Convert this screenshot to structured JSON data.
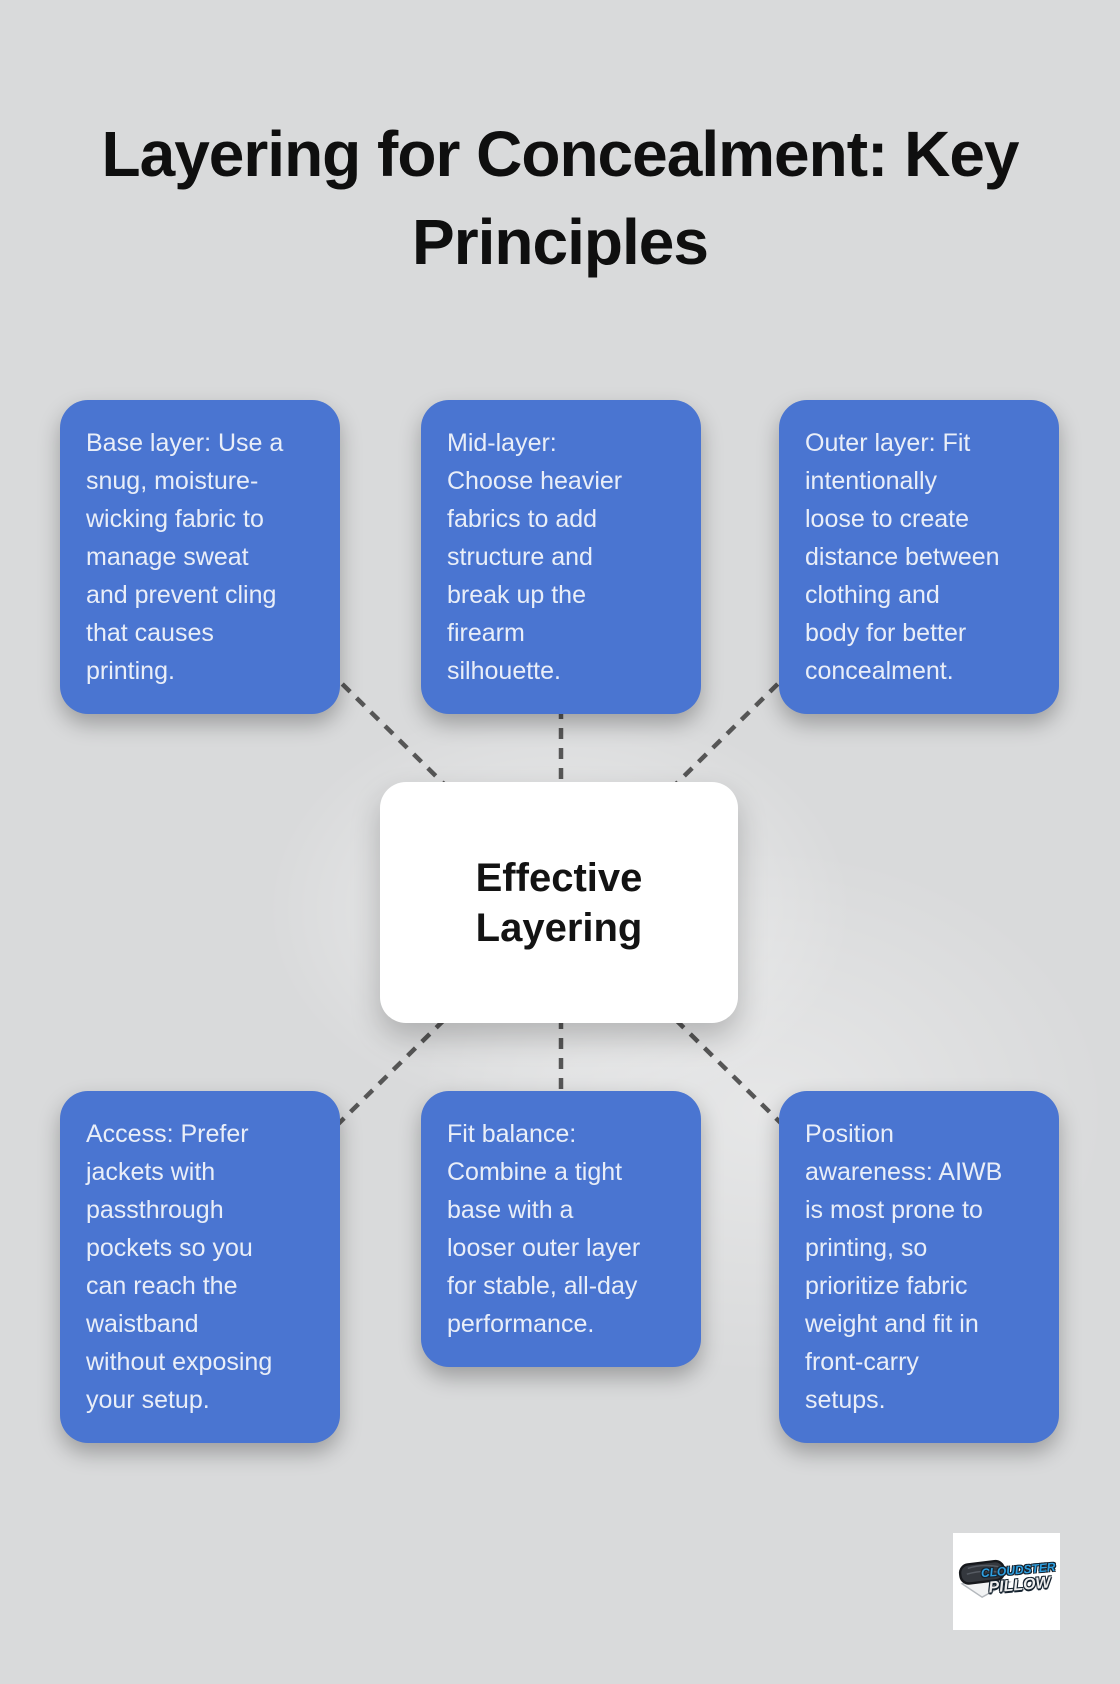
{
  "title": "Layering for Concealment: Key\nPrinciples",
  "center": {
    "label": "Effective\nLayering"
  },
  "nodes": [
    {
      "id": "base-layer",
      "text": "Base layer: Use a\nsnug, moisture-\nwicking fabric to\nmanage sweat\nand prevent cling\nthat causes\nprinting."
    },
    {
      "id": "mid-layer",
      "text": "Mid-layer:\nChoose heavier\nfabrics to add\nstructure and\nbreak up the\nfirearm\nsilhouette."
    },
    {
      "id": "outer-layer",
      "text": "Outer layer: Fit\nintentionally\nloose to create\ndistance between\nclothing and\nbody for better\nconcealment."
    },
    {
      "id": "access",
      "text": "Access: Prefer\njackets with\npassthrough\npockets so you\ncan reach the\nwaistband\nwithout exposing\nyour setup."
    },
    {
      "id": "fit-balance",
      "text": "Fit balance:\nCombine a tight\nbase with a\nlooser outer layer\nfor stable, all-day\nperformance."
    },
    {
      "id": "position-awareness",
      "text": "Position\nawareness: AIWB\nis most prone to\nprinting, so\nprioritize fabric\nweight and fit in\nfront-carry\nsetups."
    }
  ],
  "logo": {
    "brand_top": "CLOUDSTER",
    "brand_bottom": "PILLOW"
  },
  "colors": {
    "background": "#d9dadb",
    "node_fill": "#4a75d1",
    "node_text": "#e9eef8",
    "center_fill": "#ffffff",
    "center_text": "#131313",
    "title_text": "#0f0f0f",
    "connector": "#565656",
    "logo_blue": "#2e9fe0",
    "logo_white": "#ededed"
  }
}
